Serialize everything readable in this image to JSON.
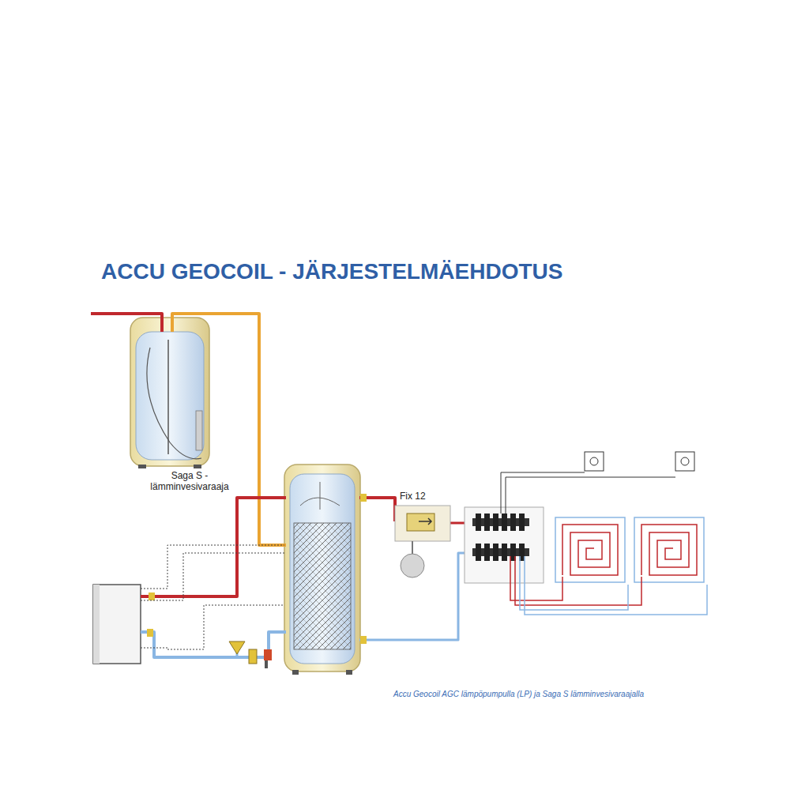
{
  "diagram": {
    "title": "ACCU GEOCOIL - JÄRJESTELMÄEHDOTUS",
    "caption": "Accu Geocoil AGC lämpöpumpulla (LP) ja Saga S lämminvesivaraajalla",
    "nodes": [
      {
        "text": [
          "Saga S -lämminvesivaraaja"
        ]
      },
      {
        "text": [
          "Fix 12"
        ]
      }
    ]
  }
}
